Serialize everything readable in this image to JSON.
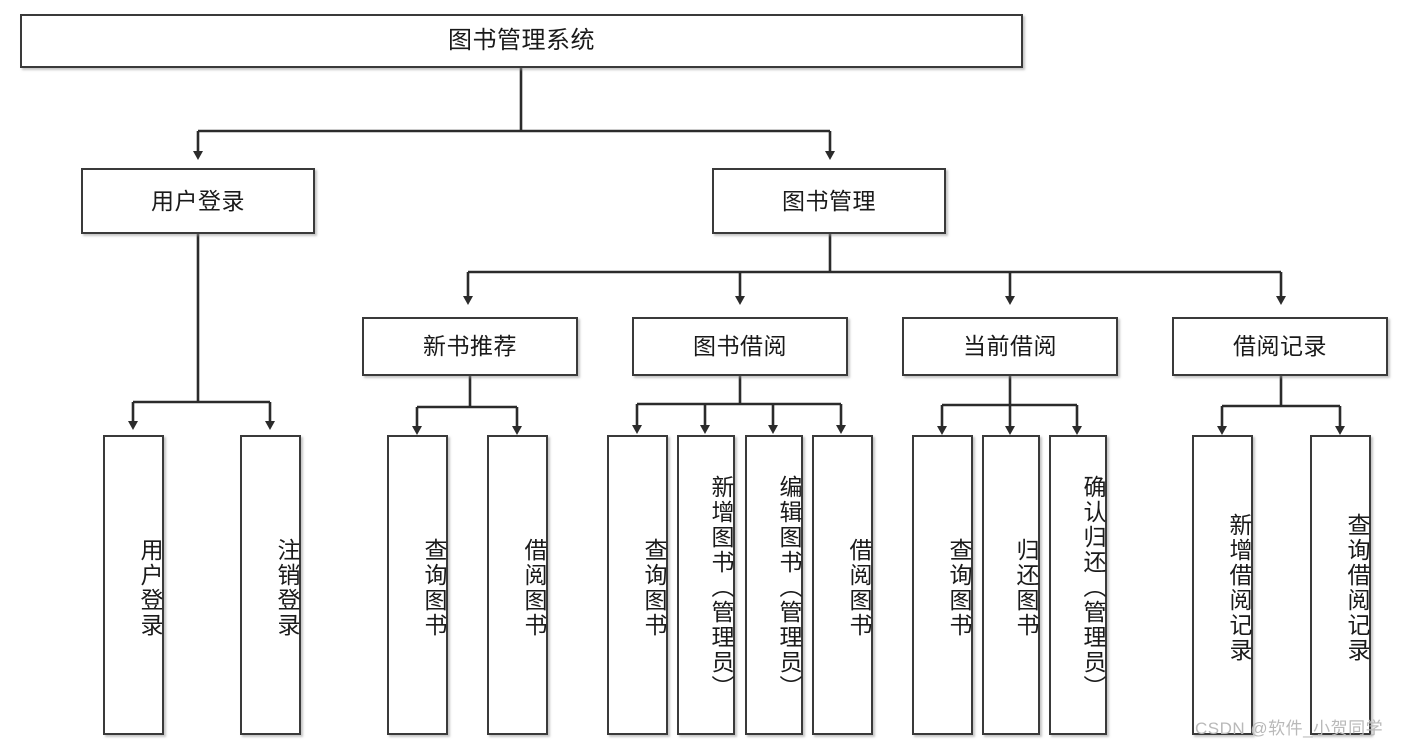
{
  "diagram": {
    "title": "图书管理系统",
    "type": "functional-structure-tree",
    "root": {
      "label": "图书管理系统"
    },
    "level2": [
      {
        "label": "用户登录"
      },
      {
        "label": "图书管理"
      }
    ],
    "level3": [
      {
        "label": "新书推荐"
      },
      {
        "label": "图书借阅"
      },
      {
        "label": "当前借阅"
      },
      {
        "label": "借阅记录"
      }
    ],
    "leaves": {
      "user_login": [
        {
          "label": "用户登录"
        },
        {
          "label": "注销登录"
        }
      ],
      "new_book_recommend": [
        {
          "label": "查询图书"
        },
        {
          "label": "借阅图书"
        }
      ],
      "book_borrow": [
        {
          "label": "查询图书"
        },
        {
          "label": "新增图书（管理员）"
        },
        {
          "label": "编辑图书（管理员）"
        },
        {
          "label": "借阅图书"
        }
      ],
      "current_borrow": [
        {
          "label": "查询图书"
        },
        {
          "label": "归还图书"
        },
        {
          "label": "确认归还（管理员）"
        }
      ],
      "borrow_record": [
        {
          "label": "新增借阅记录"
        },
        {
          "label": "查询借阅记录"
        }
      ]
    }
  },
  "watermark": {
    "text": "CSDN @软件_小贺同学"
  },
  "colors": {
    "box_border": "#3a3a3a",
    "box_fill": "#ffffff",
    "connector": "#2b2b2b",
    "text": "#1a1a1a",
    "watermark": "#b9b9b9"
  }
}
